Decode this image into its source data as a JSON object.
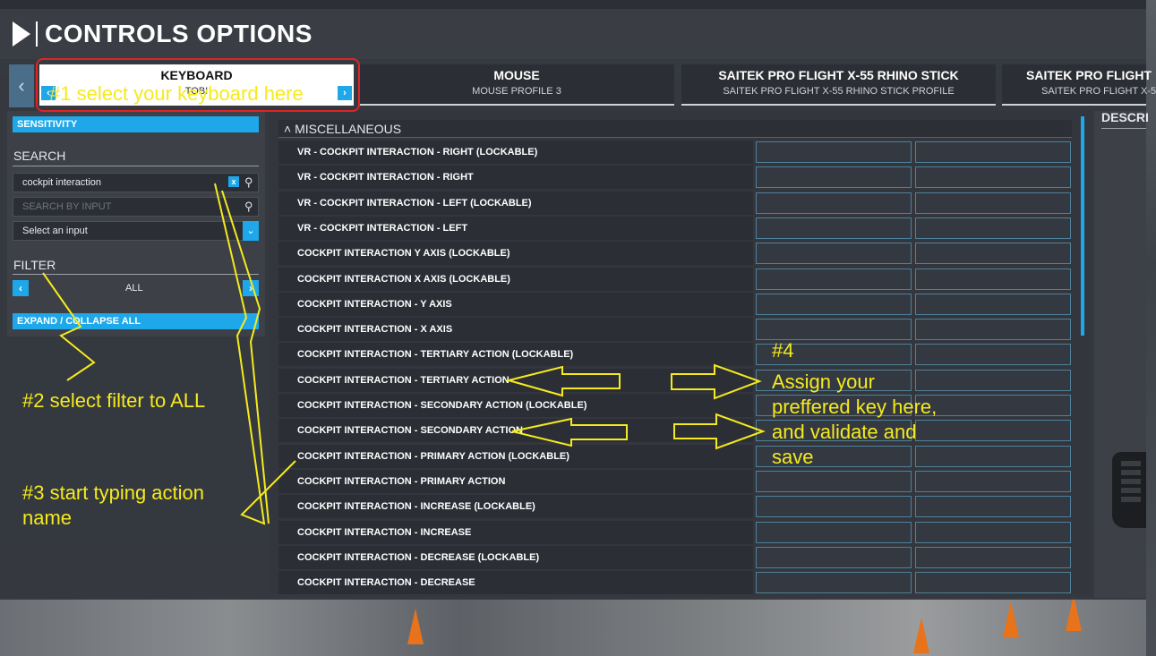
{
  "window": {
    "title": "CONTROLS OPTIONS"
  },
  "devices": [
    {
      "name": "KEYBOARD",
      "profile": "TOBI"
    },
    {
      "name": "MOUSE",
      "profile": "MOUSE PROFILE 3"
    },
    {
      "name": "SAITEK PRO FLIGHT X-55 RHINO STICK",
      "profile": "SAITEK PRO FLIGHT X-55 RHINO STICK PROFILE"
    },
    {
      "name": "SAITEK PRO FLIGHT",
      "profile": "SAITEK PRO FLIGHT X-5"
    }
  ],
  "sidebar": {
    "sensitivity_label": "SENSITIVITY",
    "search_heading": "SEARCH",
    "search_value": "cockpit interaction",
    "search_by_input_placeholder": "SEARCH BY INPUT",
    "select_input_value": "Select an input",
    "filter_heading": "FILTER",
    "filter_value": "ALL",
    "expand_collapse_label": "EXPAND / COLLAPSE ALL"
  },
  "list": {
    "category": "MISCELLANEOUS",
    "rows": [
      "VR - COCKPIT INTERACTION - RIGHT (LOCKABLE)",
      "VR - COCKPIT INTERACTION - RIGHT",
      "VR - COCKPIT INTERACTION - LEFT (LOCKABLE)",
      "VR - COCKPIT INTERACTION - LEFT",
      "COCKPIT INTERACTION Y AXIS (LOCKABLE)",
      "COCKPIT INTERACTION X AXIS (LOCKABLE)",
      "COCKPIT INTERACTION - Y AXIS",
      "COCKPIT INTERACTION - X AXIS",
      "COCKPIT INTERACTION - TERTIARY ACTION (LOCKABLE)",
      "COCKPIT INTERACTION - TERTIARY ACTION",
      "COCKPIT INTERACTION - SECONDARY ACTION (LOCKABLE)",
      "COCKPIT INTERACTION - SECONDARY ACTION",
      "COCKPIT INTERACTION - PRIMARY ACTION (LOCKABLE)",
      "COCKPIT INTERACTION - PRIMARY ACTION",
      "COCKPIT INTERACTION - INCREASE (LOCKABLE)",
      "COCKPIT INTERACTION - INCREASE",
      "COCKPIT INTERACTION - DECREASE (LOCKABLE)",
      "COCKPIT INTERACTION - DECREASE"
    ]
  },
  "description_heading": "DESCRI",
  "annotations": {
    "step1": "#1 select your keyboard here",
    "step2": "#2 select filter to ALL",
    "step3_line1": "#3 start typing action",
    "step3_line2": "name",
    "step4_line1": "#4",
    "step4_line2": "Assign your",
    "step4_line3": "preffered key here,",
    "step4_line4": "and validate and",
    "step4_line5": "save"
  },
  "icons": {
    "title": "chevron-right-icon",
    "tab_prev": "chevron-left-icon",
    "search": "magnifier-icon",
    "clear": "close-icon",
    "dropdown": "chevron-down-icon"
  },
  "colors": {
    "accent": "#1ea8ea",
    "annotation": "#f5ea1e",
    "annotation_box": "#e02424"
  }
}
